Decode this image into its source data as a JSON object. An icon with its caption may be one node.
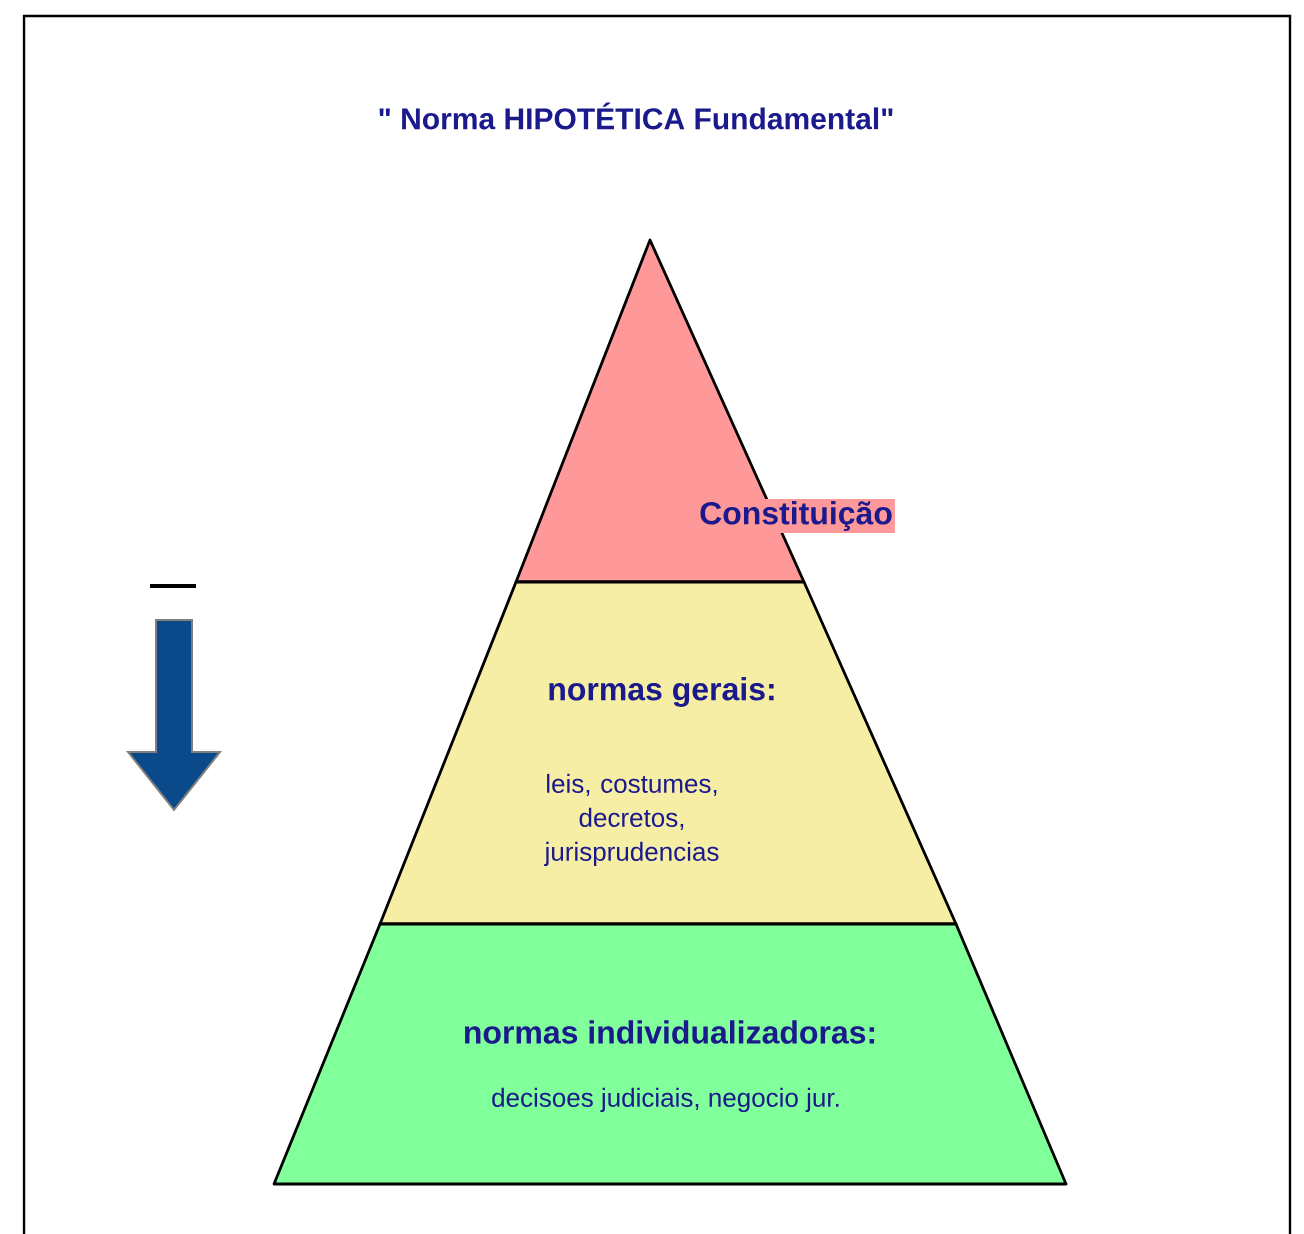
{
  "diagram": {
    "title": "\" Norma HIPOTÉTICA Fundamental\"",
    "nodes": [
      {
        "text": [
          "Constituição"
        ]
      },
      {
        "text": [
          "normas gerais:",
          "leis, costumes, decretos, jurisprudencias"
        ]
      },
      {
        "text": [
          "normas individualizadoras:",
          "decisoes judiciais, negocio jur."
        ]
      }
    ]
  }
}
